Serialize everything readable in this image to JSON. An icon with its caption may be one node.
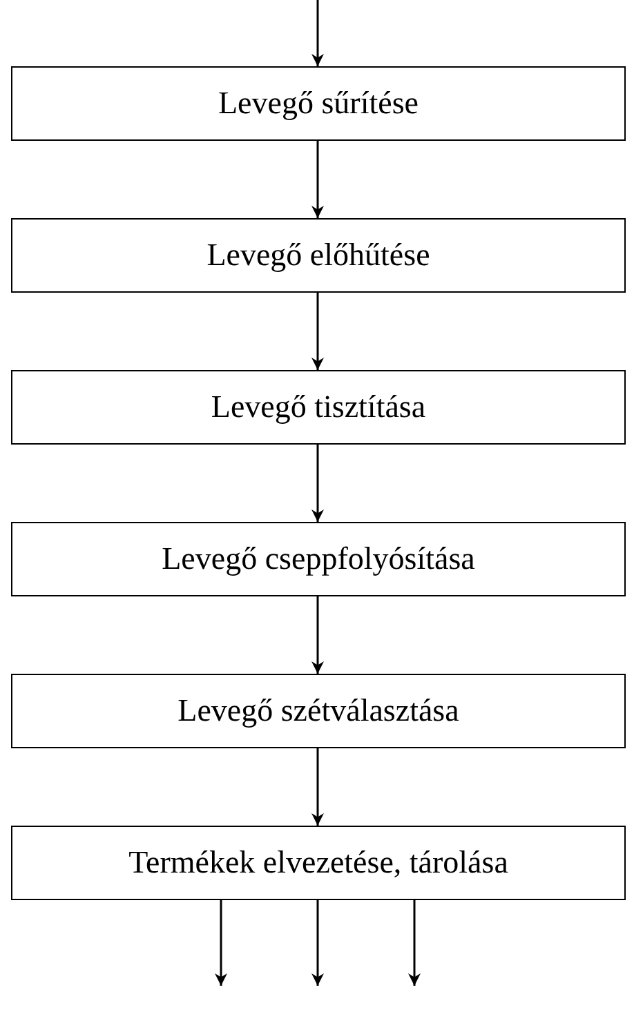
{
  "diagram": {
    "nodes": [
      {
        "text": [
          "Levegő sűrítése"
        ]
      },
      {
        "text": [
          "Levegő előhűtése"
        ]
      },
      {
        "text": [
          "Levegő tisztítása"
        ]
      },
      {
        "text": [
          "Levegő cseppfolyósítása"
        ]
      },
      {
        "text": [
          "Levegő szétválasztása"
        ]
      },
      {
        "text": [
          "Termékek elvezetése, tárolása"
        ]
      }
    ],
    "edges": [
      {
        "from": null,
        "to": 0,
        "arrow": "to"
      },
      {
        "from": 0,
        "to": 1,
        "arrow": "to"
      },
      {
        "from": 1,
        "to": 2,
        "arrow": "to"
      },
      {
        "from": 2,
        "to": 3,
        "arrow": "to"
      },
      {
        "from": 3,
        "to": 4,
        "arrow": "to"
      },
      {
        "from": 4,
        "to": 5,
        "arrow": "to"
      },
      {
        "from": 5,
        "to": null,
        "arrow": "to"
      },
      {
        "from": 5,
        "to": null,
        "arrow": "to"
      },
      {
        "from": 5,
        "to": null,
        "arrow": "to"
      }
    ]
  }
}
